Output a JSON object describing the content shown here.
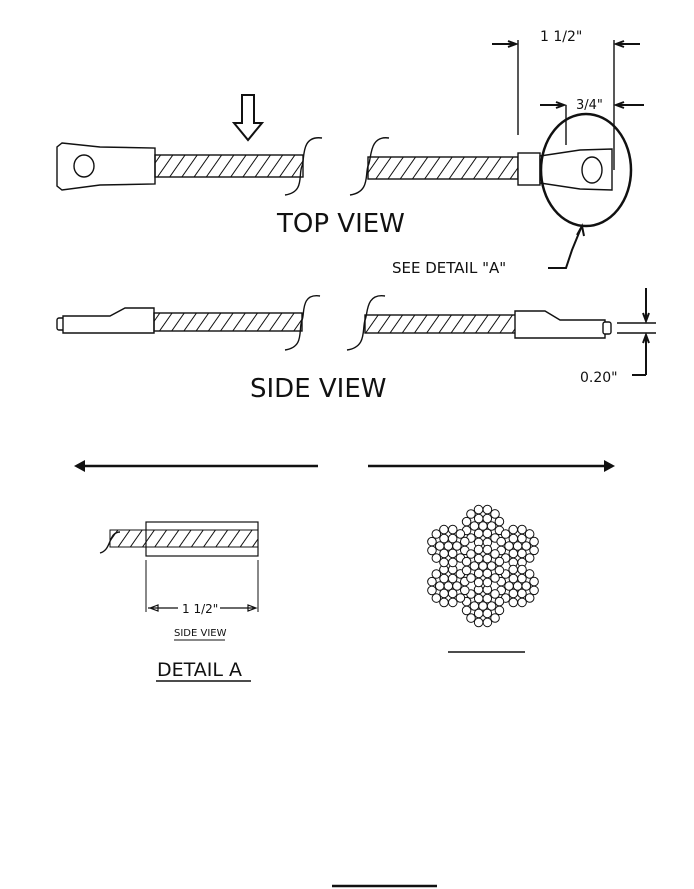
{
  "top_view": {
    "label": "TOP VIEW",
    "dim_overall": "1 1/2\"",
    "dim_eye": "3/4\"",
    "callout": "SEE DETAIL \"A\""
  },
  "side_view": {
    "label": "SIDE VIEW",
    "dim_thickness": "0.20\""
  },
  "detail_a": {
    "dim_length": "1 1/2\"",
    "view_label": "SIDE VIEW",
    "title": "DETAIL A"
  },
  "colors": {
    "ink": "#111111",
    "background": "#ffffff"
  }
}
